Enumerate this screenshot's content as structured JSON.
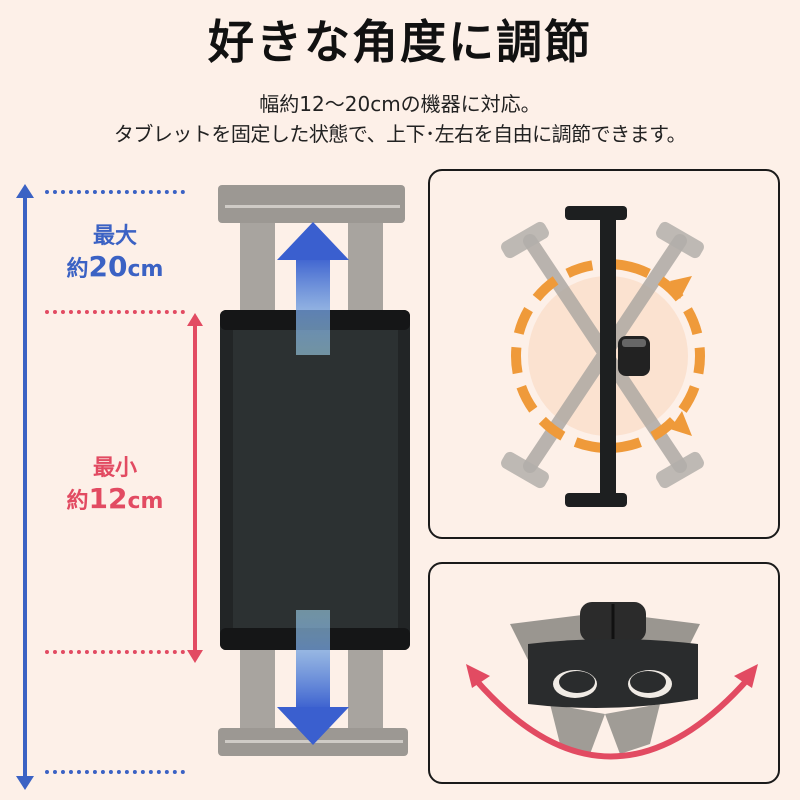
{
  "header": {
    "title": "好きな角度に調節",
    "subtitle_line1": "幅約12～20cmの機器に対応。",
    "subtitle_line2": "タブレットを固定した状態で、上下･左右を自由に調節できます。"
  },
  "size_diagram": {
    "max_label": "最大",
    "max_prefix": "約",
    "max_value": "20",
    "max_unit": "cm",
    "min_label": "最小",
    "min_prefix": "約",
    "min_value": "12",
    "min_unit": "cm",
    "colors": {
      "max": "#3b62c4",
      "min": "#e24b62"
    }
  },
  "panels": {
    "rotation": {
      "icon": "orange-rotation-arrows",
      "accent": "#ef9a3a"
    },
    "tilt": {
      "icon": "red-curved-double-arrow",
      "accent": "#e24b62"
    }
  },
  "colors": {
    "background": "#fdf0e8",
    "text": "#111111"
  }
}
